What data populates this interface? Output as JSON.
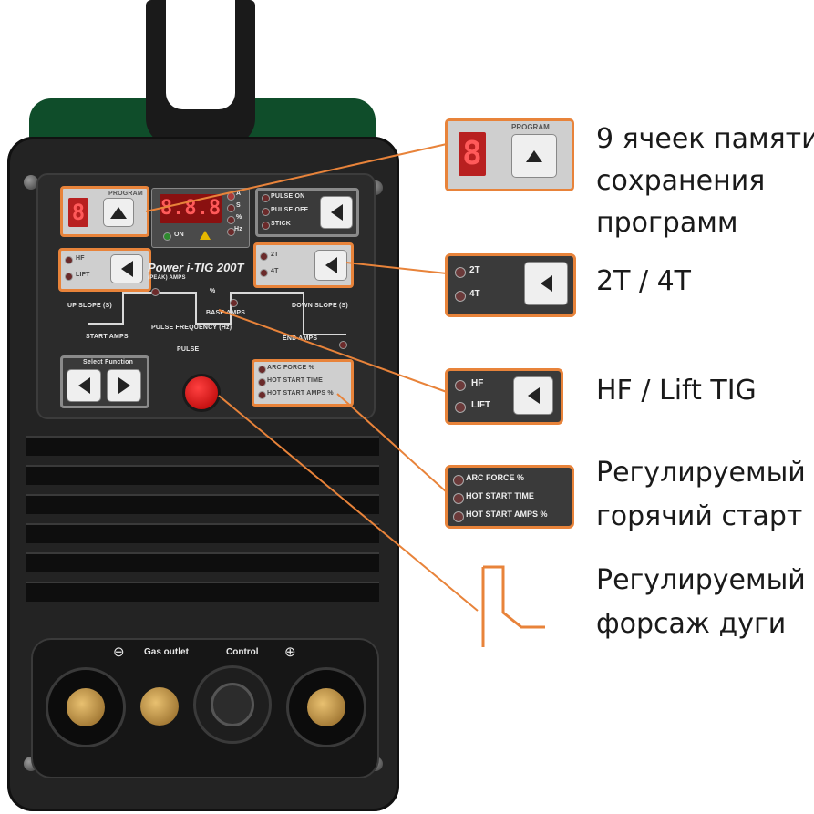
{
  "captions": {
    "memory_line1": "9 ячеек памяти",
    "memory_line2": "сохранения",
    "memory_line3": "программ",
    "mode": "2T / 4T",
    "hf": "HF / Lift TIG",
    "hotstart_line1": "Регулируемый",
    "hotstart_line2": "горячий старт",
    "arcforce_line1": "Регулируемый",
    "arcforce_line2": "форсаж дуги"
  },
  "panel": {
    "program_label": "PROGRAM",
    "display_value": "8.8.8",
    "memory_digit": "8",
    "on_label": "ON",
    "unit_a": "A",
    "unit_s": "S",
    "unit_pct": "%",
    "unit_hz": "Hz",
    "pulse_on": "PULSE ON",
    "pulse_off": "PULSE OFF",
    "stick": "STICK",
    "t2": "2T",
    "t4": "4T",
    "hf": "HF",
    "lift": "LIFT",
    "model": "Power i-TIG 200T",
    "peak_amps": "(PEAK) AMPS",
    "up_slope": "UP SLOPE (S)",
    "down_slope": "DOWN SLOPE (S)",
    "base_amps": "BASE AMPS",
    "pct": "%",
    "pulse_freq": "PULSE FREQUENCY (Hz)",
    "start_amps": "START AMPS",
    "end_amps": "END AMPS",
    "pulse": "PULSE",
    "select_function": "Select Function",
    "arc_force": "ARC FORCE %",
    "hot_start_time": "HOT START TIME",
    "hot_start_amps": "HOT START AMPS %"
  },
  "sockets": {
    "minus": "⊖",
    "gas_outlet": "Gas outlet",
    "control": "Control",
    "plus": "⊕"
  },
  "callouts": {
    "program_label": "PROGRAM",
    "memory_digit": "8",
    "t2": "2T",
    "t4": "4T",
    "hf": "HF",
    "lift": "LIFT",
    "arc_force": "ARC FORCE %",
    "hot_start_time": "HOT START TIME",
    "hot_start_amps": "HOT START AMPS %"
  },
  "colors": {
    "accent": "#e8833a",
    "body": "#232323",
    "top_band": "#0f4d2a",
    "knob": "#d01010",
    "display": "#b82020"
  },
  "icons": {
    "up": "triangle-up-icon",
    "left": "triangle-left-icon",
    "right": "triangle-right-icon",
    "torch": "torch-icon",
    "warning": "warning-icon"
  }
}
